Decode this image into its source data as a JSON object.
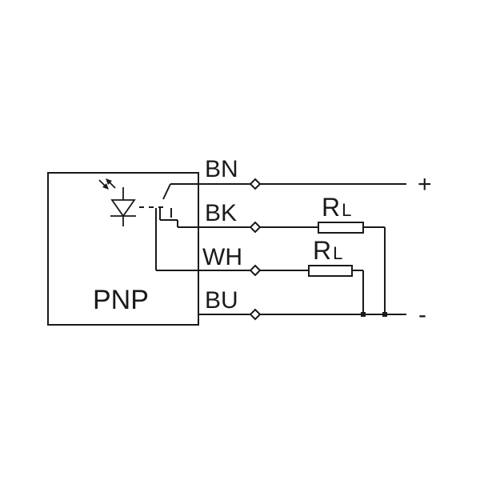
{
  "sensor": {
    "type_label": "PNP"
  },
  "wires": [
    {
      "id": "bn",
      "label": "BN"
    },
    {
      "id": "bk",
      "label": "BK"
    },
    {
      "id": "wh",
      "label": "WH"
    },
    {
      "id": "bu",
      "label": "BU"
    }
  ],
  "loads": [
    {
      "label": "R",
      "subscript": "L"
    },
    {
      "label": "R",
      "subscript": "L"
    }
  ],
  "supply": {
    "positive": "+",
    "negative": "-"
  },
  "colors": {
    "line": "#1a1a1a",
    "background": "#ffffff"
  },
  "icons": [
    "led-emitter-icon",
    "switch-contact-icon",
    "resistor-icon",
    "terminal-icon"
  ]
}
